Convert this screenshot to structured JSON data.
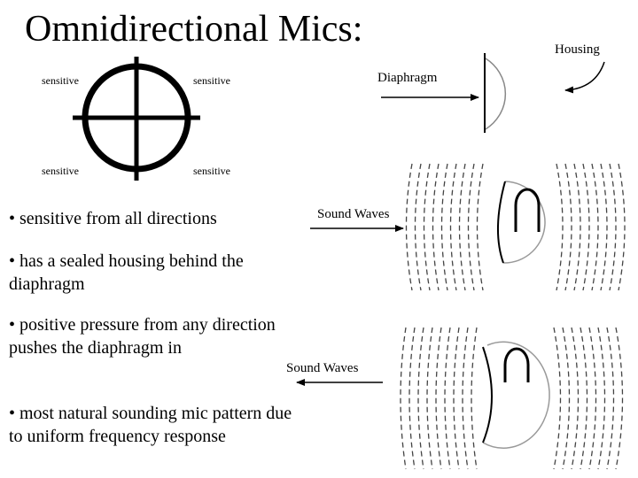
{
  "slide": {
    "title": "Omnidirectional Mics:"
  },
  "polar_pattern": {
    "labels": [
      "sensitive",
      "sensitive",
      "sensitive",
      "sensitive"
    ]
  },
  "mic_diagram": {
    "housing_label": "Housing",
    "diaphragm_label": "Diaphragm"
  },
  "sound_waves": {
    "upper_label": "Sound Waves",
    "lower_label": "Sound Waves"
  },
  "bullets": [
    "• sensitive from all directions",
    "• has a sealed housing behind the diaphragm",
    "• positive pressure from any direction pushes the diaphragm in",
    "• most natural sounding mic pattern due to uniform frequency response"
  ]
}
